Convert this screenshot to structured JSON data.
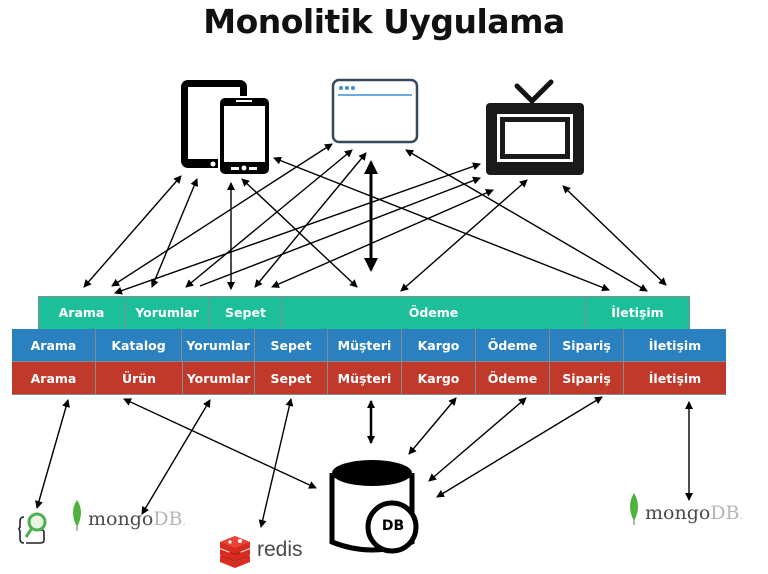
{
  "title": "Monolitik Uygulama",
  "clients": [
    "tablet-and-phone",
    "web-browser",
    "television"
  ],
  "frontend_layer": {
    "color": "#1dbf9b",
    "modules": [
      "Arama",
      "Yorumlar",
      "Sepet",
      "Ödeme",
      "İletişim"
    ]
  },
  "service_layer": {
    "color": "#2b80bf",
    "modules": [
      "Arama",
      "Katalog",
      "Yorumlar",
      "Sepet",
      "Müşteri",
      "Kargo",
      "Ödeme",
      "Sipariş",
      "İletişim"
    ]
  },
  "data_layer": {
    "color": "#c0392b",
    "modules": [
      "Arama",
      "Ürün",
      "Yorumlar",
      "Sepet",
      "Müşteri",
      "Kargo",
      "Ödeme",
      "Sipariş",
      "İletişim"
    ]
  },
  "datastores": {
    "db_label": "DB",
    "mongo_left": {
      "part1": "mongo",
      "part2": "DB",
      "suffix": "."
    },
    "mongo_right": {
      "part1": "mongo",
      "part2": "DB",
      "suffix": "."
    },
    "redis": "redis"
  }
}
